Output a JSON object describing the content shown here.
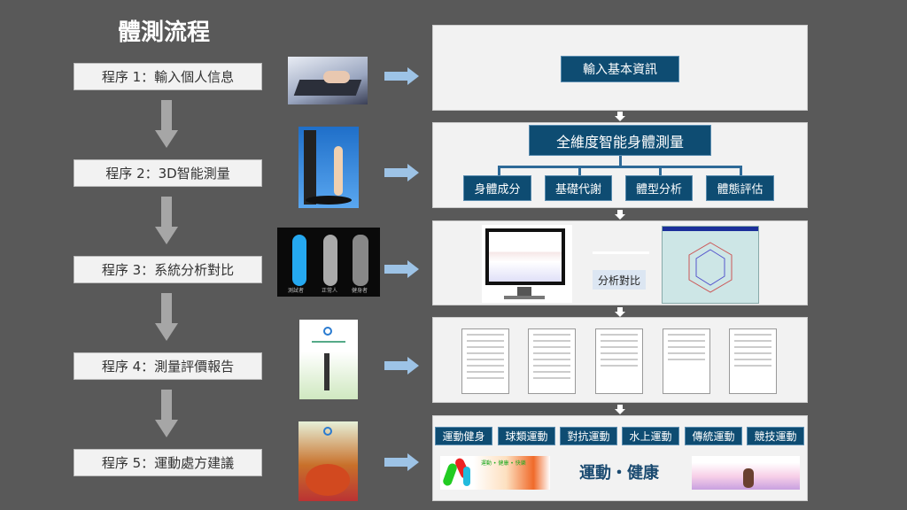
{
  "title": "體測流程",
  "steps": [
    {
      "label": "程序 1：輸入個人信息"
    },
    {
      "label": "程序 2：3D智能測量"
    },
    {
      "label": "程序 3：系統分析對比"
    },
    {
      "label": "程序 4：測量評價報告"
    },
    {
      "label": "程序 5：運動處方建議"
    }
  ],
  "panel1": {
    "label": "輸入基本資訊"
  },
  "panel2": {
    "main": "全維度智能身體測量",
    "items": [
      "身體成分",
      "基礎代謝",
      "體型分析",
      "體態評估"
    ]
  },
  "panel3": {
    "label": "分析對比"
  },
  "thumb3": {
    "figures": [
      "測試者",
      "正常人",
      "健身者"
    ]
  },
  "panel5": {
    "categories": [
      "運動健身",
      "球類運動",
      "對抗運動",
      "水上運動",
      "傳統運動",
      "競技運動"
    ],
    "slogan": "運動・健康",
    "banner_text": "運動 • 健康 • 快樂"
  },
  "colors": {
    "background": "#595959",
    "accent": "#0e4c72",
    "arrow": "#9dc3e6"
  }
}
